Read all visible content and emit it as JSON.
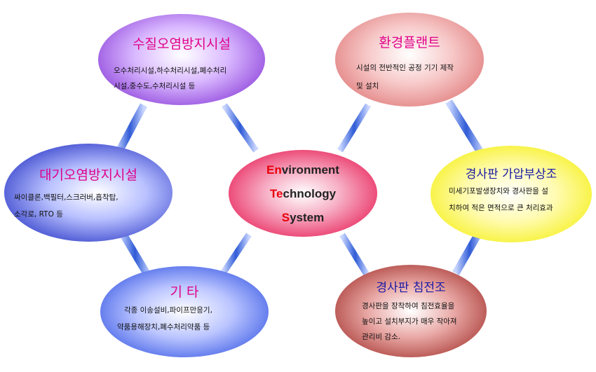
{
  "center": {
    "lines": [
      {
        "first": "En",
        "rest": "vironment"
      },
      {
        "first": "Te",
        "rest": "chnology"
      },
      {
        "first": "S",
        "rest": "ystem"
      }
    ]
  },
  "nodes": {
    "water": {
      "title": "수질오염방지시설",
      "lines": [
        "오수처리시설,하수처리시설,폐수처리",
        "시설,중수도,수처리시설 등"
      ]
    },
    "plant": {
      "title": "환경플랜트",
      "lines": [
        "시설의 전반적인 공정 기기 제작",
        "및 설치"
      ]
    },
    "air": {
      "title": "대기오염방지시설",
      "lines": [
        "싸이클론,백필터,스크러버,흡착탑,",
        "소각로, RTO 등"
      ]
    },
    "lamella": {
      "title": "경사판 가압부상조",
      "lines": [
        "미세기포발생장치와 경사판을 설",
        "치하여 적은 면적으로 큰 처리효과"
      ]
    },
    "etc": {
      "title": "기 타",
      "lines": [
        "각종 이송설비,파이프만응기,",
        "약품용해장치,폐수처리약품 등"
      ]
    },
    "settle": {
      "title": "경사판 침전조",
      "lines": [
        "경사판을 장착하여 침전효율을",
        "높이고 설치부지가 매우 작아져",
        "관리비 감소."
      ]
    }
  },
  "colors": {
    "water": "#8b3fd9",
    "plant": "#e07a7a",
    "air": "#2e3bc8",
    "lamella": "#f5f01a",
    "etc": "#3f5ee6",
    "settle": "#a83a36",
    "center": "#e8245a",
    "connector": "#3a62d6",
    "title_pink": "#e0008a",
    "title_blue": "#1a1aa6"
  }
}
